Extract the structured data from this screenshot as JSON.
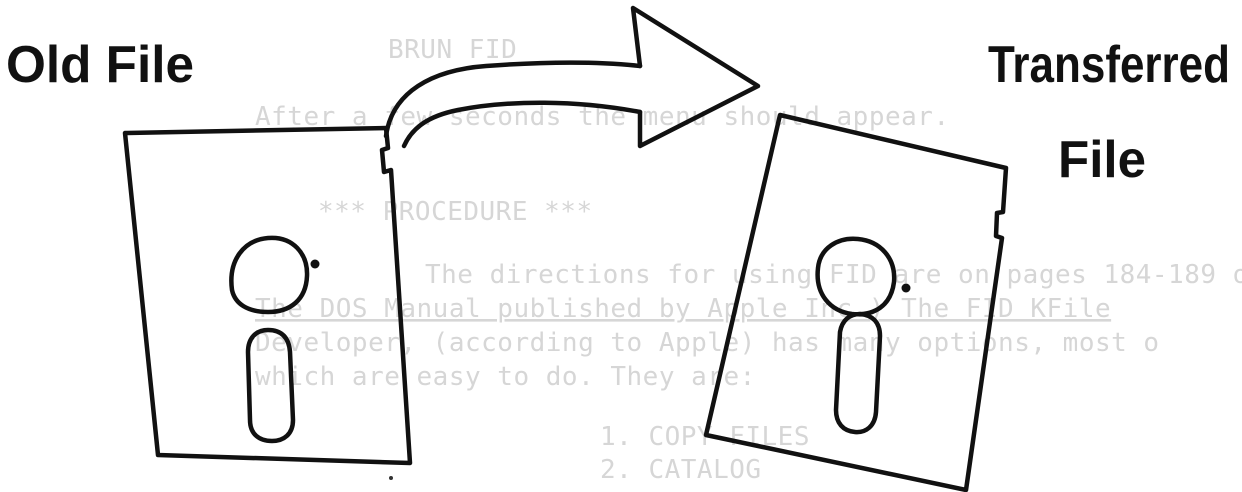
{
  "labels": {
    "old_file": "Old File",
    "transferred": "Transferred",
    "file": "File"
  },
  "bleed_through_text": {
    "line1": "BRUN FID",
    "line2": "After a few seconds the menu should appear.",
    "line3": "*** PROCEDURE ***",
    "line4": "The directions for using FID are on pages 184-189 o",
    "line5": "The DOS Manual published by Apple Inc.) The FID KFile",
    "line6": "Developer, (according to Apple) has many options, most o",
    "line7": "which are easy to do. They are:",
    "line8": "1. COPY FILES",
    "line9": "2. CATALOG"
  },
  "icons": {
    "old_disk": "floppy-disk-icon",
    "new_disk": "floppy-disk-icon",
    "arrow": "curved-arrow-icon"
  },
  "colors": {
    "ink": "#111111",
    "bleed_through": "#d6d6d6",
    "paper": "#ffffff"
  }
}
